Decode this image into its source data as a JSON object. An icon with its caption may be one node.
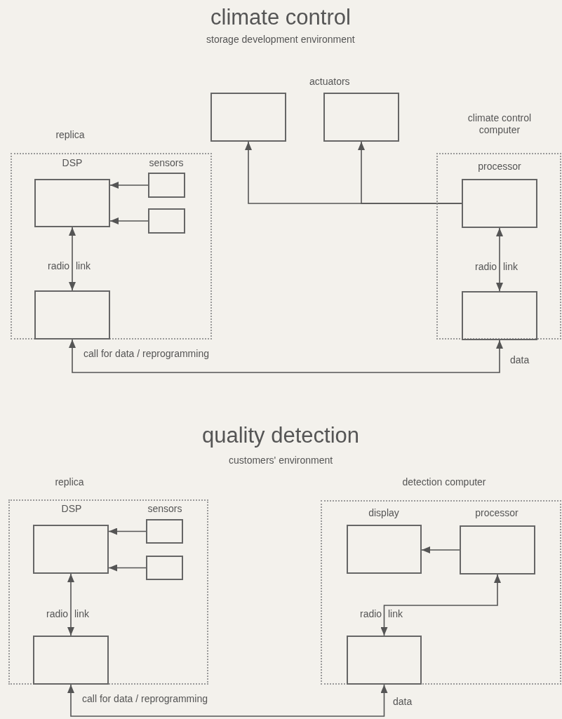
{
  "diagram": {
    "nodes": [
      {
        "text": [
          "replica"
        ]
      },
      {
        "text": [
          "DSP"
        ],
        "in": 0
      },
      {
        "text": [
          "sensors"
        ],
        "in": 0
      },
      {
        "text": [],
        "shape": "box",
        "in": 0
      },
      {
        "text": [],
        "shape": "box",
        "in": 0
      },
      {
        "text": [],
        "shape": "box"
      },
      {
        "text": [],
        "shape": "box"
      },
      {
        "text": [
          "climate control computer"
        ]
      },
      {
        "text": [
          "processor"
        ],
        "in": 7
      },
      {
        "text": [],
        "shape": "box",
        "in": 7
      },
      {
        "text": [
          "replica"
        ]
      },
      {
        "text": [
          "DSP"
        ],
        "in": 10
      },
      {
        "text": [
          "sensors"
        ],
        "in": 10
      },
      {
        "text": [],
        "shape": "box",
        "in": 10
      },
      {
        "text": [],
        "shape": "box",
        "in": 10
      },
      {
        "text": [
          "detection computer"
        ]
      },
      {
        "text": [
          "display"
        ],
        "in": 15
      },
      {
        "text": [
          "processor"
        ],
        "in": 15
      },
      {
        "text": [],
        "shape": "box",
        "in": 15
      }
    ],
    "edges": [
      {
        "from": 2,
        "to": 1,
        "arrow": "to"
      },
      {
        "from": 3,
        "to": 1,
        "arrow": "to"
      },
      {
        "from": 1,
        "to": 4,
        "arrow": "both"
      },
      {
        "from": 8,
        "to": 5,
        "arrow": "to"
      },
      {
        "from": 8,
        "to": 6,
        "arrow": "to"
      },
      {
        "from": 8,
        "to": 9,
        "arrow": "both"
      },
      {
        "from": 4,
        "to": 9,
        "arrow": "both",
        "label": "call for data / reprogramming"
      },
      {
        "from": 12,
        "to": 11,
        "arrow": "to"
      },
      {
        "from": 13,
        "to": 11,
        "arrow": "to"
      },
      {
        "from": 11,
        "to": 14,
        "arrow": "both"
      },
      {
        "from": 17,
        "to": 16,
        "arrow": "to"
      },
      {
        "from": 18,
        "to": 17,
        "arrow": "both"
      },
      {
        "from": 14,
        "to": 18,
        "arrow": "both",
        "label": "call for data / reprogramming"
      }
    ],
    "labels": [
      "climate control",
      "storage development environment",
      "actuators",
      "radio",
      "link",
      "radio",
      "link",
      "data",
      "quality detection",
      "customers' environment",
      "radio",
      "link",
      "radio",
      "link",
      "data"
    ]
  }
}
